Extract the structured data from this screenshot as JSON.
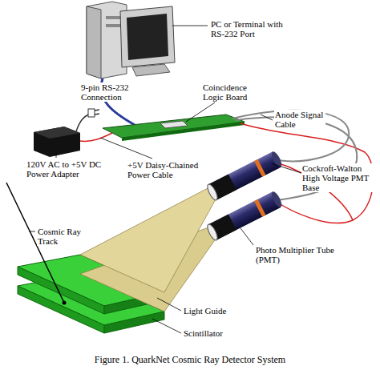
{
  "diagram": {
    "caption": "Figure 1. QuarkNet Cosmic Ray Detector System",
    "labels": [
      "PC or Terminal with RS-232 Port",
      "9-pin RS-232 Connection",
      "Coincidence Logic Board",
      "Anode Signal Cable",
      "120V AC to +5V DC Power Adapter",
      "+5V Daisy-Chained Power Cable",
      "Cockroft-Walton High Voltage PMT Base",
      "Photo Multiplier Tube (PMT)",
      "Cosmic Ray Track",
      "Light Guide",
      "Scintillator"
    ]
  }
}
